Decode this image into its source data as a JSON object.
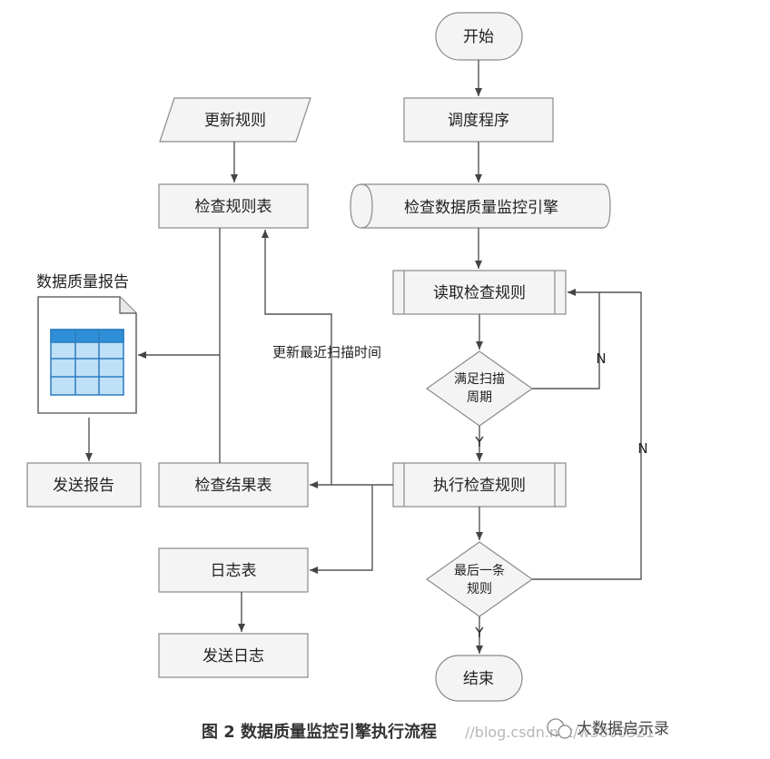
{
  "nodes": {
    "start": "开始",
    "schedule": "调度程序",
    "check_engine": "检查数据质量监控引擎",
    "read_rules": "读取检查规则",
    "scan_cycle_line1": "满足扫描",
    "scan_cycle_line2": "周期",
    "execute_rules": "执行检查规则",
    "last_rule_line1": "最后一条",
    "last_rule_line2": "规则",
    "end": "结束",
    "update_rules": "更新规则",
    "rule_table": "检查规则表",
    "result_table": "检查结果表",
    "log_table": "日志表",
    "send_log": "发送日志",
    "quality_report": "数据质量报告",
    "send_report": "发送报告"
  },
  "edge_labels": {
    "update_scan_time": "更新最近扫描时间",
    "n_scan": "N",
    "y_scan": "Y",
    "n_last": "N",
    "y_last": "Y"
  },
  "caption": "图 2  数据质量监控引擎执行流程",
  "watermark": "//blog.csdn.net/w3800321",
  "brand": "大数据启示录"
}
